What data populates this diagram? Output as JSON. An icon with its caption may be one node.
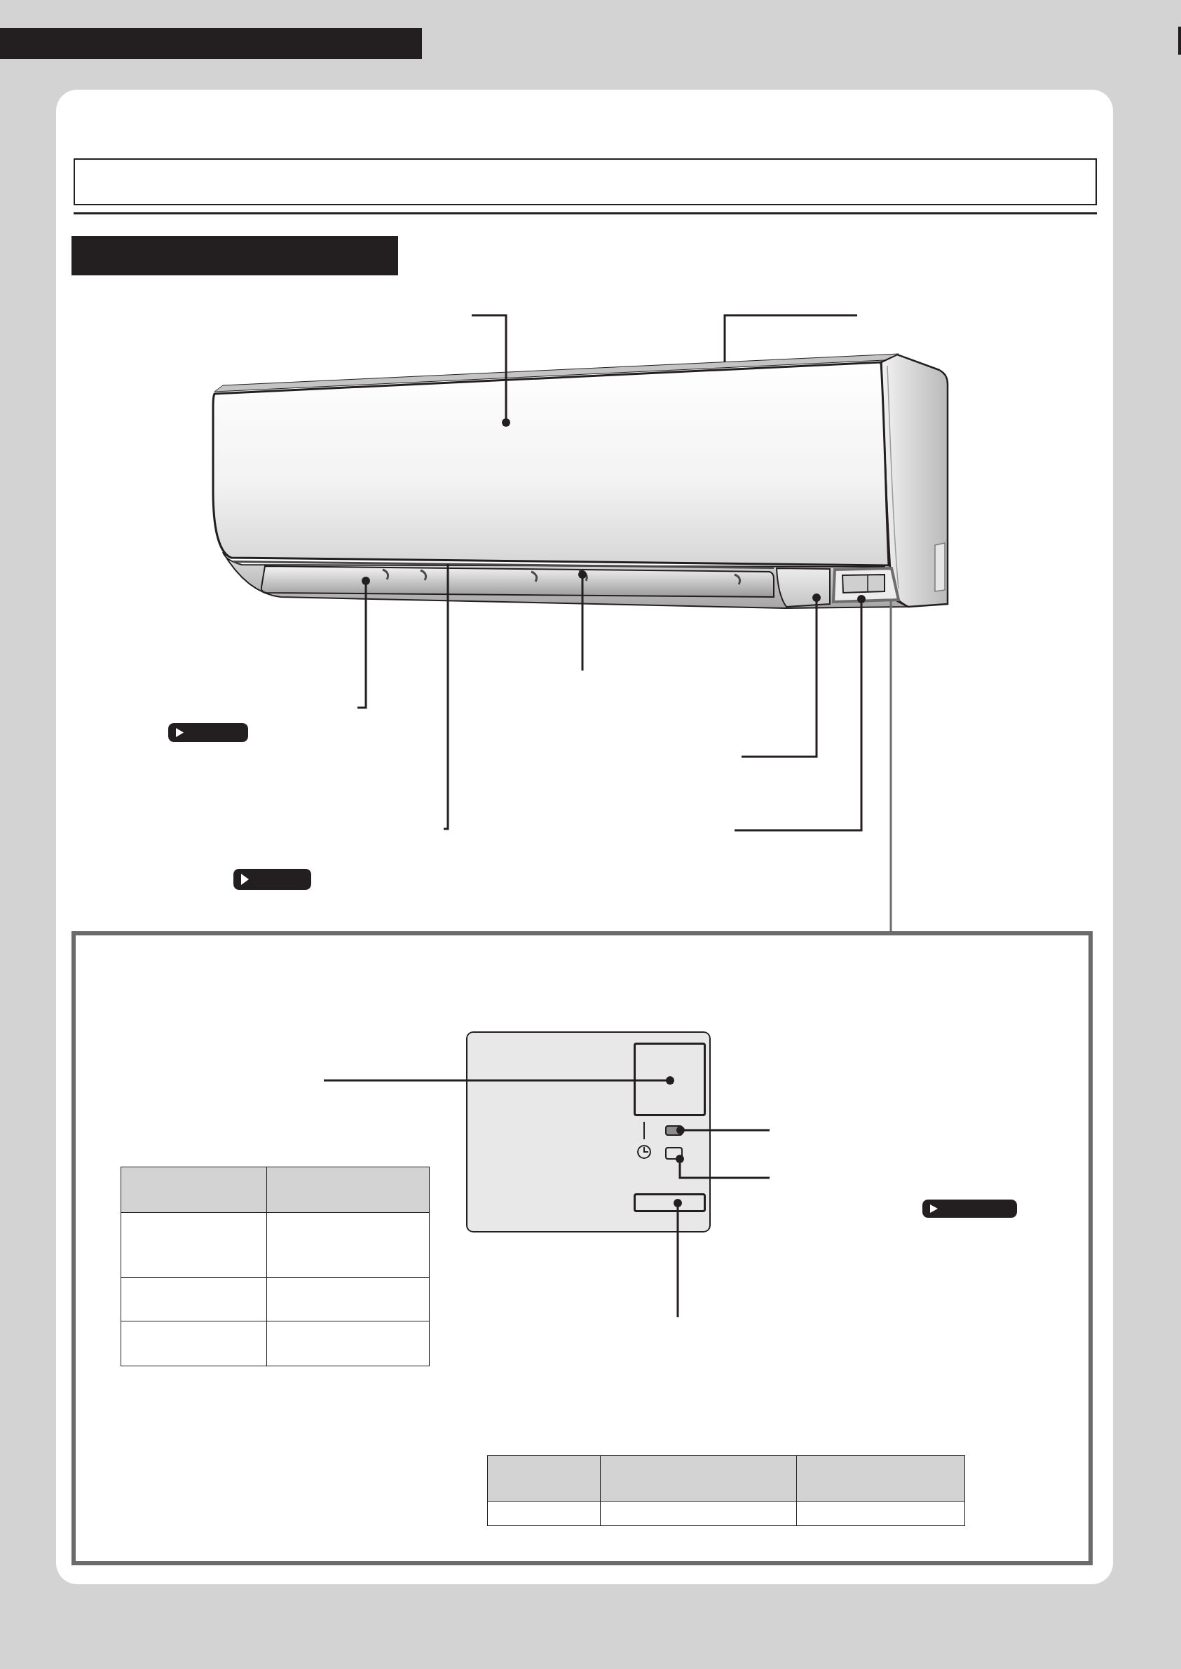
{
  "diagram": {
    "nodes": [
      {
        "text": [],
        "shape": "bar"
      },
      {
        "text": [],
        "shape": "box"
      },
      {
        "text": [],
        "shape": "bar"
      },
      {
        "text": [],
        "shape": "picture"
      },
      {
        "text": [],
        "shape": "picture",
        "in": 3
      },
      {
        "text": [],
        "shape": "picture",
        "in": 3
      },
      {
        "text": [],
        "shape": "picture",
        "in": 3
      },
      {
        "text": [],
        "shape": "picture",
        "in": 3
      },
      {
        "text": [],
        "shape": "picture",
        "in": 7
      },
      {
        "text": [],
        "shape": "picture",
        "in": 3
      },
      {
        "text": [],
        "shape": "picture",
        "in": 3
      },
      {
        "text": [],
        "shape": "box"
      },
      {
        "text": [],
        "shape": "box",
        "in": 11
      },
      {
        "text": [],
        "shape": "box",
        "in": 12
      },
      {
        "text": [],
        "shape": "box",
        "in": 12
      },
      {
        "text": [],
        "shape": "box",
        "in": 12
      },
      {
        "text": [],
        "shape": "box",
        "in": 12
      }
    ],
    "edges": [
      {
        "from": null,
        "to": 5,
        "arrow": "other"
      },
      {
        "from": null,
        "to": 4,
        "arrow": "none"
      },
      {
        "from": null,
        "to": 7,
        "arrow": "other"
      },
      {
        "from": null,
        "to": 6,
        "arrow": "none"
      },
      {
        "from": null,
        "to": 8,
        "arrow": "other"
      },
      {
        "from": null,
        "to": 9,
        "arrow": "other"
      },
      {
        "from": null,
        "to": 10,
        "arrow": "other"
      },
      {
        "from": 10,
        "to": 11,
        "arrow": "none",
        "color": "#6d6d6d"
      },
      {
        "from": null,
        "to": 13,
        "arrow": "other"
      },
      {
        "from": null,
        "to": 14,
        "arrow": "other"
      },
      {
        "from": null,
        "to": 15,
        "arrow": "other"
      },
      {
        "from": null,
        "to": 16,
        "arrow": "other"
      }
    ]
  }
}
